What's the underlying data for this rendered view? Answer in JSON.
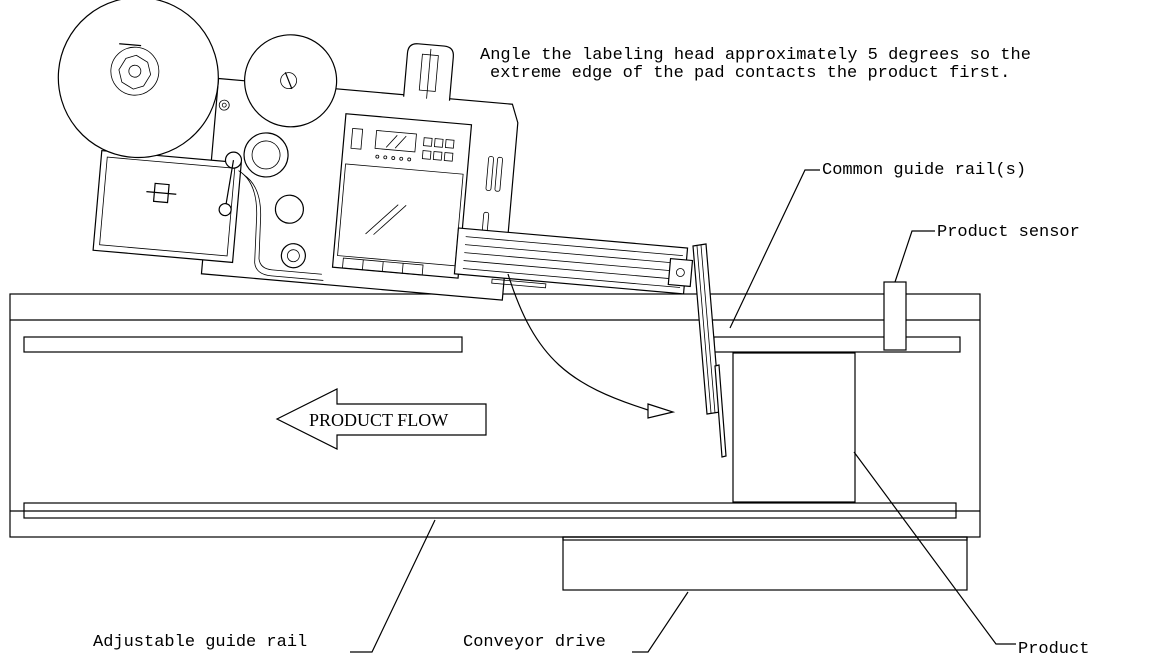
{
  "note": {
    "line1": "Angle the labeling head approximately 5 degrees so the",
    "line2": "extreme edge of the pad contacts the product first."
  },
  "callouts": {
    "common_guide_rail": "Common guide rail(s)",
    "product_sensor": "Product sensor",
    "adjustable_guide_rail": "Adjustable guide rail",
    "conveyor_drive": "Conveyor drive",
    "product": "Product"
  },
  "flow_arrow": {
    "label": "PRODUCT FLOW"
  }
}
